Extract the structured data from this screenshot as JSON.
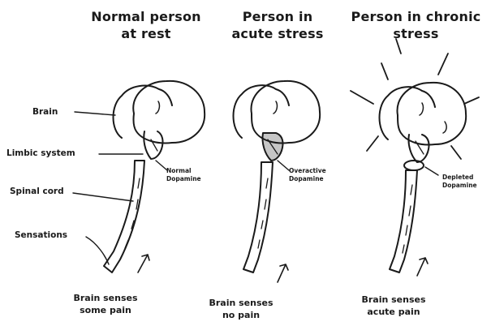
{
  "columns": [
    {
      "title_line1": "Normal person",
      "title_line2": "at rest",
      "dopamine_line1": "Normal",
      "dopamine_line2": "Dopamine",
      "caption_line1": "Brain senses",
      "caption_line2": "some pain"
    },
    {
      "title_line1": "Person in",
      "title_line2": "acute stress",
      "dopamine_line1": "Overactive",
      "dopamine_line2": "Dopamine",
      "caption_line1": "Brain senses",
      "caption_line2": "no pain"
    },
    {
      "title_line1": "Person in chronic",
      "title_line2": "stress",
      "dopamine_line1": "Depleted",
      "dopamine_line2": "Dopamine",
      "caption_line1": "Brain senses",
      "caption_line2": "acute pain"
    }
  ],
  "labels": {
    "brain": "Brain",
    "limbic": "Limbic system",
    "spinal": "Spinal cord",
    "sensations": "Sensations"
  },
  "colors": {
    "ink": "#1a1a1a",
    "background": "#ffffff"
  }
}
